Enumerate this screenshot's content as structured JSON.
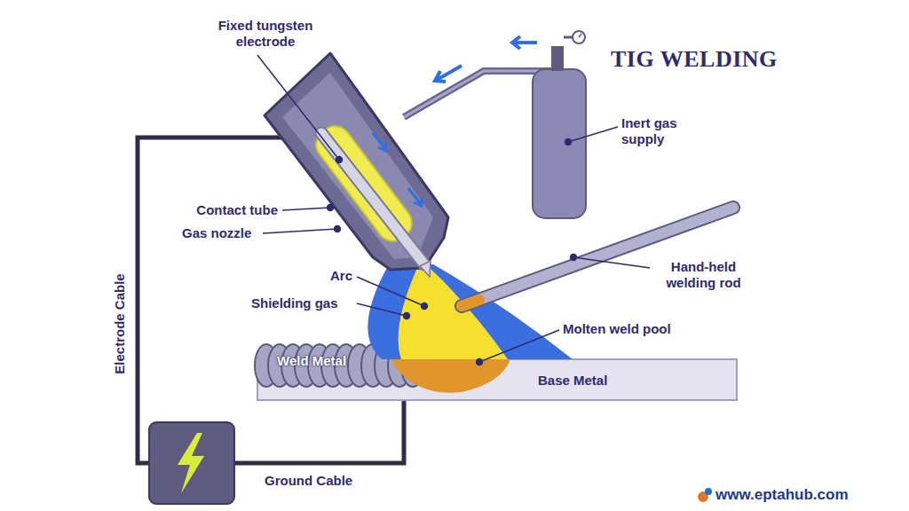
{
  "diagram": {
    "title": "TIG WELDING",
    "labels": [
      "Fixed tungsten electrode",
      "Contact tube",
      "Gas nozzle",
      "Inert gas supply",
      "Hand-held welding rod",
      "Arc",
      "Shielding gas",
      "Molten weld pool",
      "Weld Metal",
      "Base Metal",
      "Electrode Cable",
      "Ground Cable",
      "www.eptahub.com"
    ]
  }
}
